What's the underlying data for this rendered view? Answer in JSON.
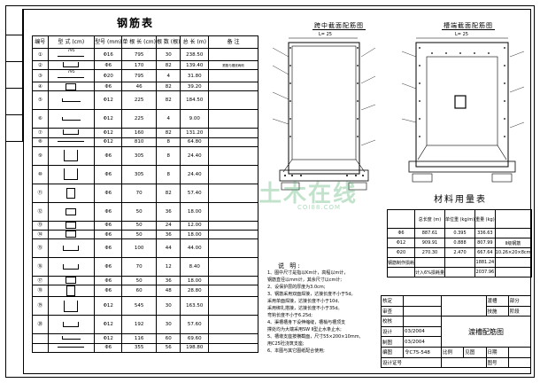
{
  "rebar_table": {
    "title": "钢筋表",
    "headers": [
      "编号",
      "型 式\n(cm)",
      "型号\n(mm)",
      "单 根 长\n(cm)",
      "根 数\n(根)",
      "总 长\n(m)",
      "备 注"
    ],
    "rows": [
      {
        "no": "①",
        "dim": "795",
        "dia": "Φ16",
        "len": "795",
        "count": "30",
        "total": "238.50",
        "note": ""
      },
      {
        "no": "②",
        "dim": "",
        "dia": "Φ6",
        "len": "170",
        "count": "82",
        "total": "139.40",
        "note": "筋筋与槽底两侧"
      },
      {
        "no": "③",
        "dim": "795",
        "dia": "Φ20",
        "len": "795",
        "count": "4",
        "total": "31.80",
        "note": ""
      },
      {
        "no": "④",
        "dim": "",
        "dia": "Φ6",
        "len": "46",
        "count": "82",
        "total": "39.20",
        "note": ""
      },
      {
        "no": "⑤",
        "dim": "",
        "dia": "Φ12",
        "len": "225",
        "count": "82",
        "total": "184.50",
        "note": ""
      },
      {
        "no": "⑥",
        "dim": "",
        "dia": "Φ12",
        "len": "225",
        "count": "4",
        "total": "9.00",
        "note": ""
      },
      {
        "no": "⑦",
        "dim": "",
        "dia": "Φ12",
        "len": "160",
        "count": "82",
        "total": "131.20",
        "note": ""
      },
      {
        "no": "⑧",
        "dim": "",
        "dia": "Φ12",
        "len": "810",
        "count": "8",
        "total": "64.80",
        "note": ""
      },
      {
        "no": "⑨",
        "dim": "",
        "dia": "Φ6",
        "len": "305",
        "count": "8",
        "total": "24.40",
        "note": ""
      },
      {
        "no": "⑩",
        "dim": "",
        "dia": "Φ6",
        "len": "305",
        "count": "8",
        "total": "24.40",
        "note": ""
      },
      {
        "no": "⑪",
        "dim": "",
        "dia": "Φ6",
        "len": "70",
        "count": "82",
        "total": "57.40",
        "note": ""
      },
      {
        "no": "⑫",
        "dim": "",
        "dia": "Φ6",
        "len": "50",
        "count": "36",
        "total": "18.00",
        "note": ""
      },
      {
        "no": "⑬",
        "dim": "",
        "dia": "Φ6",
        "len": "50",
        "count": "24",
        "total": "12.00",
        "note": ""
      },
      {
        "no": "⑭",
        "dim": "",
        "dia": "Φ6",
        "len": "50",
        "count": "36",
        "total": "18.00",
        "note": ""
      },
      {
        "no": "⑮",
        "dim": "",
        "dia": "Φ6",
        "len": "100",
        "count": "44",
        "total": "44.00",
        "note": ""
      },
      {
        "no": "⑯",
        "dim": "",
        "dia": "Φ6",
        "len": "70",
        "count": "12",
        "total": "8.40",
        "note": ""
      },
      {
        "no": "⑰",
        "dim": "",
        "dia": "Φ6",
        "len": "50",
        "count": "36",
        "total": "18.00",
        "note": ""
      },
      {
        "no": "⑱",
        "dim": "",
        "dia": "Φ6",
        "len": "60",
        "count": "48",
        "total": "28.80",
        "note": ""
      },
      {
        "no": "⑲",
        "dim": "",
        "dia": "Φ12",
        "len": "545",
        "count": "30",
        "total": "163.50",
        "note": ""
      },
      {
        "no": "⑳",
        "dim": "",
        "dia": "Φ12",
        "len": "192",
        "count": "30",
        "total": "57.60",
        "note": ""
      },
      {
        "no": "",
        "dim": "",
        "dia": "Φ12",
        "len": "116",
        "count": "60",
        "total": "69.60",
        "note": ""
      },
      {
        "no": "",
        "dim": "",
        "dia": "Φ6",
        "len": "355",
        "count": "56",
        "total": "198.80",
        "note": ""
      }
    ]
  },
  "section_mid": {
    "title": "跨中截面配筋图",
    "span": "L= 25"
  },
  "section_end": {
    "title": "槽端截面配筋图",
    "span": "L= 25"
  },
  "notes": {
    "heading": "说 明:",
    "lines": [
      "1、图中尺寸是指以Km计，高程以m计，",
      "   钢筋直径以mm计，其余尺寸以cm计;",
      "2、设保护层的厚度为3.0cm;",
      "3、钢筋采用双面焊接，达接长度不小于5d。",
      "   采用单面焊接，达接长度不小于10d,",
      "   采用绑扎搭接，达接长度不小于35d。",
      "   弯钩长度不小于6.25d;",
      "4、渠槽槽身下设伸缩缝，槽梢与槽顶支",
      "   撑处均为大端采用SW Ⅱ型止水条止水;",
      "5、槽墩支座按横截面，尺寸55×200×10mm,",
      "   用C25砼浇筑支座;",
      "6、本图与其它图纸配合使用;"
    ]
  },
  "material_table": {
    "title": "材料用量表",
    "headers": [
      "",
      "总长度\n(m)",
      "单位重\n(kg/m)",
      "重量\n(kg)",
      ""
    ],
    "rows": [
      [
        "Φ6",
        "887.61",
        "0.395",
        "336.63",
        ""
      ],
      [
        "Φ12",
        "909.91",
        "0.888",
        "807.99",
        "Ⅱ级钢筋"
      ],
      [
        "Φ20",
        "270.30",
        "2.470",
        "667.64",
        "10.26×20×8cm"
      ],
      [
        "钢筋制作损耗",
        "",
        "",
        "1881.24",
        ""
      ],
      [
        "",
        "计入6%损耗量",
        "",
        "2037.96",
        ""
      ]
    ]
  },
  "title_block": {
    "labels": {
      "verify": "核定",
      "review": "审查",
      "check": "校核",
      "design": "设计",
      "draw": "制图",
      "design_cert": "设计证号"
    },
    "design_date": "03/2004",
    "draw_date": "03/2004",
    "drawing_no_label": "编图",
    "drawing_no": "令C75-548",
    "project_label_1": "渡槽",
    "project_label_2": "部分",
    "stage_1": "技施",
    "stage_2": "阶段",
    "drawing_title": "渡槽配筋图",
    "scale_label": "比例",
    "date_label": "日期",
    "sheet_label": "图号",
    "unit_label": "见图"
  },
  "watermark": {
    "main": "土木在线",
    "sub": "COI88.COM"
  }
}
